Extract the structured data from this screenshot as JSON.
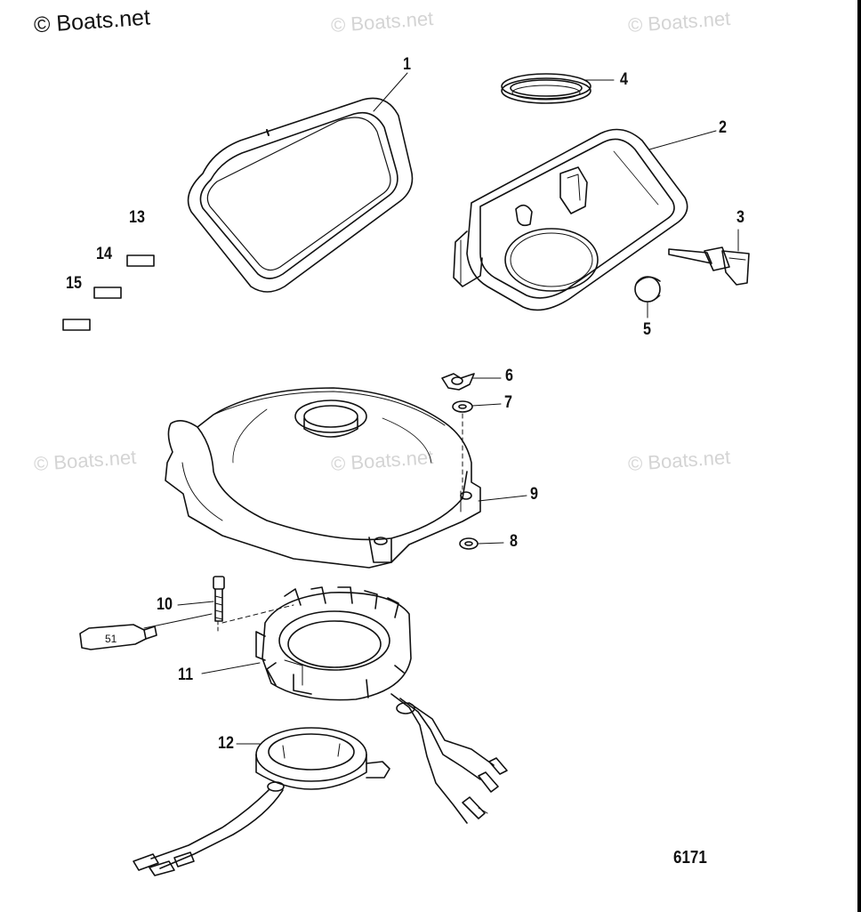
{
  "watermark": {
    "main": "© Boats.net",
    "faded": [
      "© Boats.net",
      "© Boats.net",
      "© Boats.net",
      "© Boats.net",
      "© Boats.net"
    ]
  },
  "diagram": {
    "id_number": "6171",
    "tube_label": "51",
    "callouts": [
      {
        "label": "1",
        "part": "gasket-frame"
      },
      {
        "label": "2",
        "part": "cover-housing"
      },
      {
        "label": "3",
        "part": "plug"
      },
      {
        "label": "4",
        "part": "seal-ring"
      },
      {
        "label": "5",
        "part": "cap"
      },
      {
        "label": "6",
        "part": "wing-nut"
      },
      {
        "label": "7",
        "part": "washer-top"
      },
      {
        "label": "8",
        "part": "washer-bottom"
      },
      {
        "label": "9",
        "part": "flywheel-cover"
      },
      {
        "label": "10",
        "part": "screw"
      },
      {
        "label": "11",
        "part": "stator"
      },
      {
        "label": "12",
        "part": "trigger"
      },
      {
        "label": "13",
        "part": "decal-13"
      },
      {
        "label": "14",
        "part": "decal-14"
      },
      {
        "label": "15",
        "part": "decal-15"
      }
    ]
  }
}
